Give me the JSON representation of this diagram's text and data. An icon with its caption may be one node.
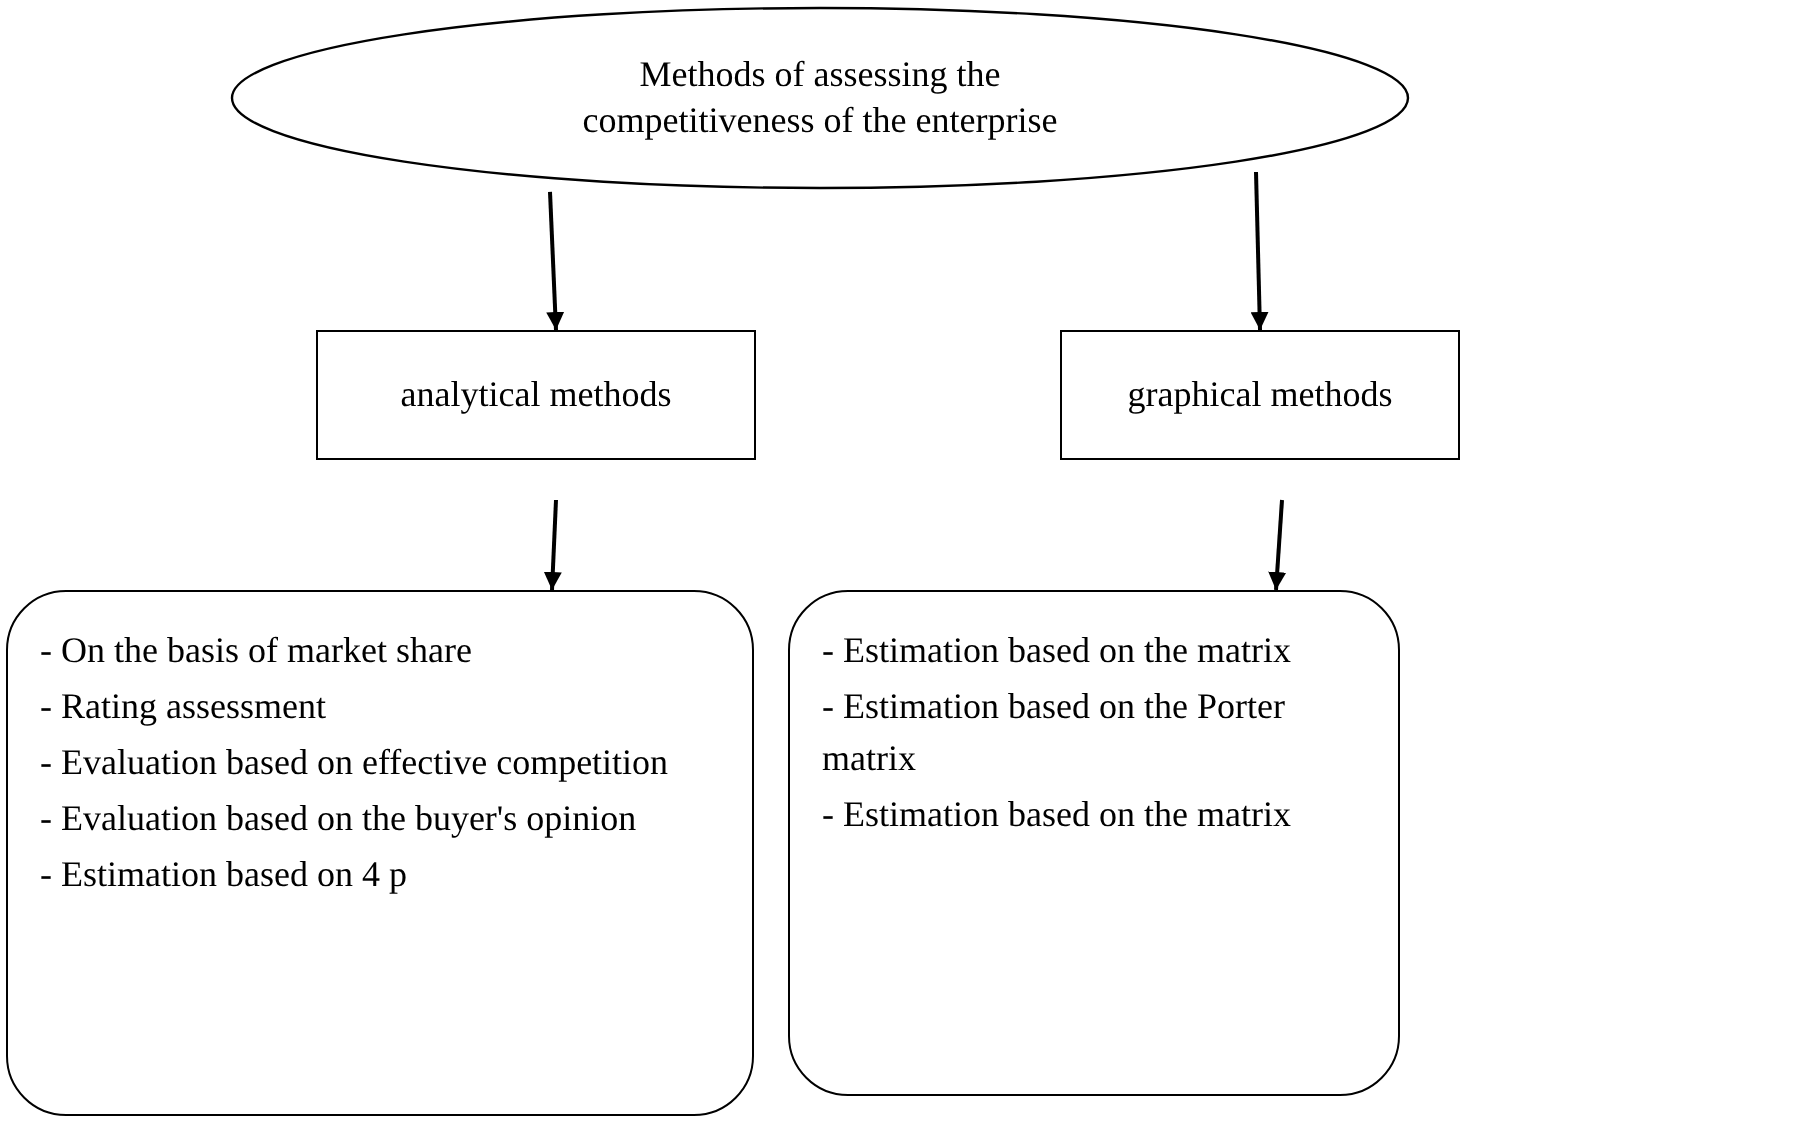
{
  "diagram": {
    "nodes": [
      {
        "text": [
          "Methods of assessing the competitiveness of the enterprise"
        ]
      },
      {
        "text": [
          "analytical methods"
        ]
      },
      {
        "text": [
          "graphical methods"
        ]
      },
      {
        "text": [
          "- On the basis of market share",
          "- Rating assessment",
          "- Evaluation based on effective competition",
          "- Evaluation based on the buyer's opinion",
          "- Estimation based on 4 p"
        ]
      },
      {
        "text": [
          "- Estimation based on the matrix",
          "- Estimation based on the Porter matrix",
          "- Estimation based on the matrix"
        ]
      }
    ],
    "edges": [
      {
        "from": 0,
        "to": 1,
        "arrow": "to"
      },
      {
        "from": 0,
        "to": 2,
        "arrow": "to"
      },
      {
        "from": 1,
        "to": 3,
        "arrow": "to"
      },
      {
        "from": 2,
        "to": 4,
        "arrow": "to"
      }
    ]
  }
}
